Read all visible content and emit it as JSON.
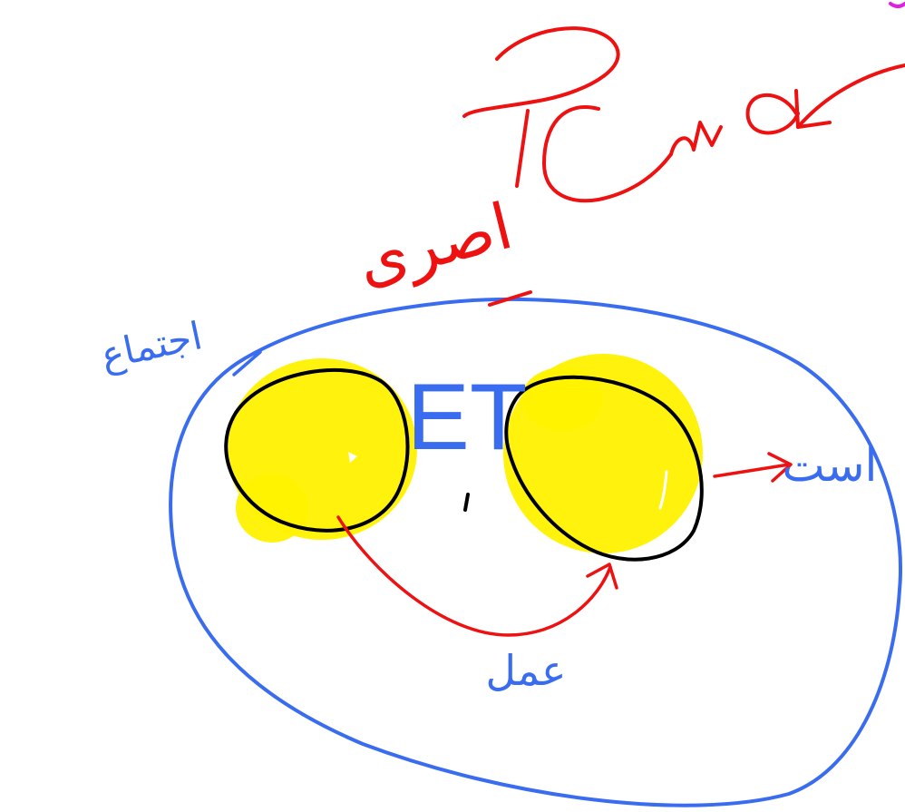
{
  "diagram": {
    "colors": {
      "background": "#ffffff",
      "outer_boundary": "#3a6cf0",
      "highlight": "#fff200",
      "circle_outline": "#000000",
      "annotation_red": "#ee1111",
      "annotation_blue": "#3a6cf0",
      "annotation_magenta": "#e020e0"
    },
    "center_label": "ET",
    "top_label": "اصری",
    "top_mark": "?",
    "right_label": "است",
    "left_label": "اجتماع",
    "bottom_label": "عمل"
  }
}
